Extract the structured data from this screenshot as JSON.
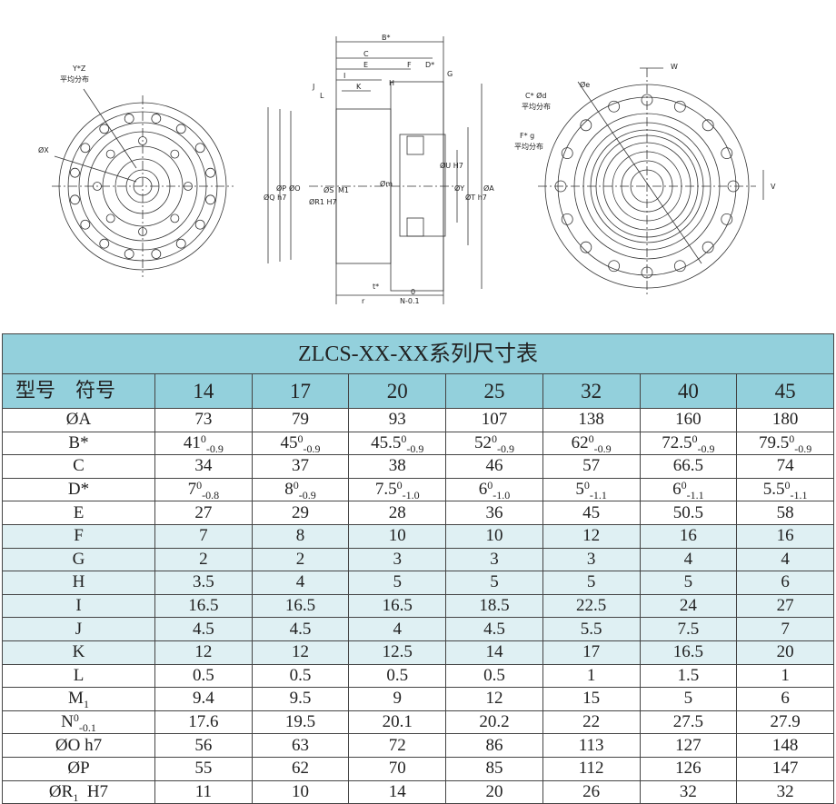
{
  "drawing": {
    "left_view": {
      "bolt_note": "Y*Z",
      "bolt_note_sub": "平均分布",
      "dia_label": "ØX"
    },
    "section_view": {
      "labels": [
        "B*",
        "C",
        "E",
        "F",
        "D*",
        "G",
        "I",
        "H",
        "J",
        "K",
        "L",
        "ØQ h7",
        "ØP",
        "ØO",
        "ØR1 H7",
        "ØS",
        "M1",
        "Øm",
        "ØU H7",
        "ØY",
        "ØT h7",
        "ØA",
        "t*",
        "r",
        "0",
        "N-0.1"
      ]
    },
    "right_view": {
      "w_label": "W",
      "e_label": "Øe",
      "hole_note_1": "C* Ød",
      "hole_note_1_sub": "平均分布",
      "hole_note_2": "F* g",
      "hole_note_2_sub": "平均分布",
      "v_label": "V"
    }
  },
  "table": {
    "title": "ZLCS-XX-XX系列尺寸表",
    "header_label": "型号　符号",
    "models": [
      "14",
      "17",
      "20",
      "25",
      "32",
      "40",
      "45"
    ],
    "rows": [
      {
        "label": {
          "v": "ØA"
        },
        "shade": false,
        "values": [
          {
            "v": "73"
          },
          {
            "v": "79"
          },
          {
            "v": "93"
          },
          {
            "v": "107"
          },
          {
            "v": "138"
          },
          {
            "v": "160"
          },
          {
            "v": "180"
          }
        ]
      },
      {
        "label": {
          "v": "B*"
        },
        "shade": false,
        "values": [
          {
            "v": "41",
            "sup": "0",
            "sub": "-0.9"
          },
          {
            "v": "45",
            "sup": "0",
            "sub": "-0.9"
          },
          {
            "v": "45.5",
            "sup": "0",
            "sub": "-0.9"
          },
          {
            "v": "52",
            "sup": "0",
            "sub": "-0.9"
          },
          {
            "v": "62",
            "sup": "0",
            "sub": "-0.9"
          },
          {
            "v": "72.5",
            "sup": "0",
            "sub": "-0.9"
          },
          {
            "v": "79.5",
            "sup": "0",
            "sub": "-0.9"
          }
        ]
      },
      {
        "label": {
          "v": "C"
        },
        "shade": false,
        "values": [
          {
            "v": "34"
          },
          {
            "v": "37"
          },
          {
            "v": "38"
          },
          {
            "v": "46"
          },
          {
            "v": "57"
          },
          {
            "v": "66.5"
          },
          {
            "v": "74"
          }
        ]
      },
      {
        "label": {
          "v": "D*"
        },
        "shade": false,
        "values": [
          {
            "v": "7",
            "sup": "0",
            "sub": "-0.8"
          },
          {
            "v": "8",
            "sup": "0",
            "sub": "-0.9"
          },
          {
            "v": "7.5",
            "sup": "0",
            "sub": "-1.0"
          },
          {
            "v": "6",
            "sup": "0",
            "sub": "-1.0"
          },
          {
            "v": "5",
            "sup": "0",
            "sub": "-1.1"
          },
          {
            "v": "6",
            "sup": "0",
            "sub": "-1.1"
          },
          {
            "v": "5.5",
            "sup": "0",
            "sub": "-1.1"
          }
        ]
      },
      {
        "label": {
          "v": "E"
        },
        "shade": false,
        "values": [
          {
            "v": "27"
          },
          {
            "v": "29"
          },
          {
            "v": "28"
          },
          {
            "v": "36"
          },
          {
            "v": "45"
          },
          {
            "v": "50.5"
          },
          {
            "v": "58"
          }
        ]
      },
      {
        "label": {
          "v": "F"
        },
        "shade": true,
        "values": [
          {
            "v": "7"
          },
          {
            "v": "8"
          },
          {
            "v": "10"
          },
          {
            "v": "10"
          },
          {
            "v": "12"
          },
          {
            "v": "16"
          },
          {
            "v": "16"
          }
        ]
      },
      {
        "label": {
          "v": "G"
        },
        "shade": true,
        "values": [
          {
            "v": "2"
          },
          {
            "v": "2"
          },
          {
            "v": "3"
          },
          {
            "v": "3"
          },
          {
            "v": "3"
          },
          {
            "v": "4"
          },
          {
            "v": "4"
          }
        ]
      },
      {
        "label": {
          "v": "H"
        },
        "shade": true,
        "values": [
          {
            "v": "3.5"
          },
          {
            "v": "4"
          },
          {
            "v": "5"
          },
          {
            "v": "5"
          },
          {
            "v": "5"
          },
          {
            "v": "5"
          },
          {
            "v": "6"
          }
        ]
      },
      {
        "label": {
          "v": "I"
        },
        "shade": true,
        "values": [
          {
            "v": "16.5"
          },
          {
            "v": "16.5"
          },
          {
            "v": "16.5"
          },
          {
            "v": "18.5"
          },
          {
            "v": "22.5"
          },
          {
            "v": "24"
          },
          {
            "v": "27"
          }
        ]
      },
      {
        "label": {
          "v": "J"
        },
        "shade": true,
        "values": [
          {
            "v": "4.5"
          },
          {
            "v": "4.5"
          },
          {
            "v": "4"
          },
          {
            "v": "4.5"
          },
          {
            "v": "5.5"
          },
          {
            "v": "7.5"
          },
          {
            "v": "7"
          }
        ]
      },
      {
        "label": {
          "v": "K"
        },
        "shade": true,
        "values": [
          {
            "v": "12"
          },
          {
            "v": "12"
          },
          {
            "v": "12.5"
          },
          {
            "v": "14"
          },
          {
            "v": "17"
          },
          {
            "v": "16.5"
          },
          {
            "v": "20"
          }
        ]
      },
      {
        "label": {
          "v": "L"
        },
        "shade": false,
        "values": [
          {
            "v": "0.5"
          },
          {
            "v": "0.5"
          },
          {
            "v": "0.5"
          },
          {
            "v": "0.5"
          },
          {
            "v": "1"
          },
          {
            "v": "1.5"
          },
          {
            "v": "1"
          }
        ]
      },
      {
        "label": {
          "v": "M",
          "sub": "1"
        },
        "shade": false,
        "values": [
          {
            "v": "9.4"
          },
          {
            "v": "9.5"
          },
          {
            "v": "9"
          },
          {
            "v": "12"
          },
          {
            "v": "15"
          },
          {
            "v": "5"
          },
          {
            "v": "6"
          }
        ]
      },
      {
        "label": {
          "v": "N",
          "sup": "0",
          "sub": "-0.1"
        },
        "shade": false,
        "values": [
          {
            "v": "17.6"
          },
          {
            "v": "19.5"
          },
          {
            "v": "20.1"
          },
          {
            "v": "20.2"
          },
          {
            "v": "22"
          },
          {
            "v": "27.5"
          },
          {
            "v": "27.9"
          }
        ]
      },
      {
        "label": {
          "v": "ØO  h7"
        },
        "shade": false,
        "values": [
          {
            "v": "56"
          },
          {
            "v": "63"
          },
          {
            "v": "72"
          },
          {
            "v": "86"
          },
          {
            "v": "113"
          },
          {
            "v": "127"
          },
          {
            "v": "148"
          }
        ]
      },
      {
        "label": {
          "v": "ØP"
        },
        "shade": false,
        "values": [
          {
            "v": "55"
          },
          {
            "v": "62"
          },
          {
            "v": "70"
          },
          {
            "v": "85"
          },
          {
            "v": "112"
          },
          {
            "v": "126"
          },
          {
            "v": "147"
          }
        ]
      },
      {
        "label": {
          "v": "ØR",
          "sub": "1",
          "suffix": "  H7"
        },
        "shade": false,
        "values": [
          {
            "v": "11"
          },
          {
            "v": "10"
          },
          {
            "v": "14"
          },
          {
            "v": "20"
          },
          {
            "v": "26"
          },
          {
            "v": "32"
          },
          {
            "v": "32"
          }
        ]
      }
    ]
  }
}
